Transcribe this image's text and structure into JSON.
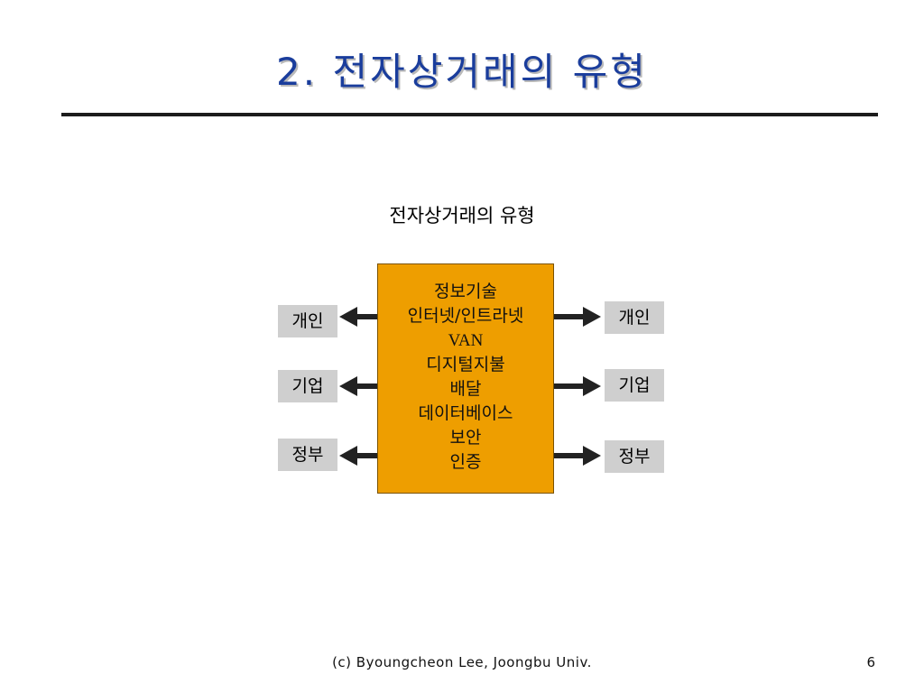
{
  "slide": {
    "title": "2. 전자상거래의 유형",
    "title_color": "#1a3d9c"
  },
  "diagram": {
    "title": "전자상거래의 유형",
    "center_box": {
      "color": "#ee9e00",
      "lines": [
        "정보기술",
        "인터넷/인트라넷",
        "VAN",
        "디지털지불",
        "배달",
        "데이터베이스",
        "보안",
        "인증"
      ]
    },
    "left_entities": [
      "개인",
      "기업",
      "정부"
    ],
    "right_entities": [
      "개인",
      "기업",
      "정부"
    ],
    "entity_color": "#cfcfcf"
  },
  "footer": {
    "credit": "(c) Byoungcheon Lee, Joongbu Univ.",
    "page_number": "6"
  }
}
